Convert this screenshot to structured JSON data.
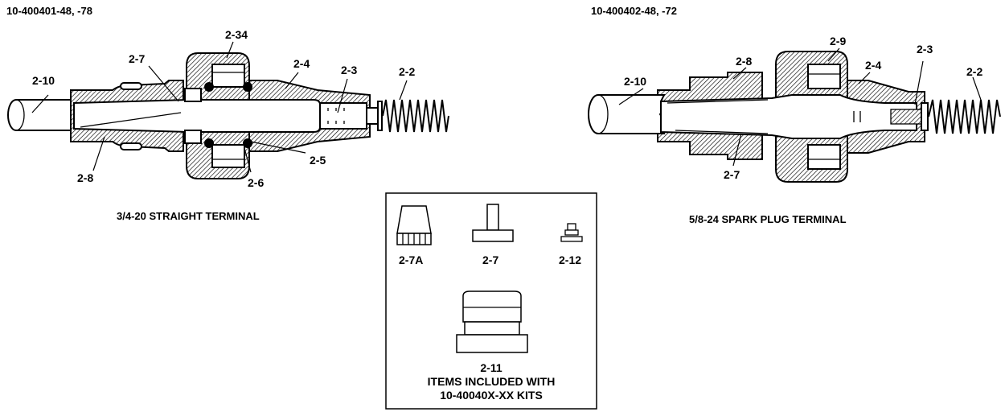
{
  "left_assembly": {
    "part_number": "10-400401-48, -78",
    "caption": "3/4-20 STRAIGHT TERMINAL",
    "callouts": {
      "c2_34": "2-34",
      "c2_7": "2-7",
      "c2_4": "2-4",
      "c2_3": "2-3",
      "c2_2": "2-2",
      "c2_10": "2-10",
      "c2_8": "2-8",
      "c2_5": "2-5",
      "c2_6": "2-6"
    }
  },
  "right_assembly": {
    "part_number": "10-400402-48, -72",
    "caption": "5/8-24 SPARK PLUG TERMINAL",
    "callouts": {
      "c2_9": "2-9",
      "c2_8": "2-8",
      "c2_4": "2-4",
      "c2_3": "2-3",
      "c2_2": "2-2",
      "c2_10": "2-10",
      "c2_7": "2-7"
    }
  },
  "kit_box": {
    "items": {
      "i2_7A": "2-7A",
      "i2_7": "2-7",
      "i2_12": "2-12",
      "i2_11": "2-11"
    },
    "note_line1": "ITEMS INCLUDED WITH",
    "note_line2": "10-40040X-XX KITS"
  }
}
